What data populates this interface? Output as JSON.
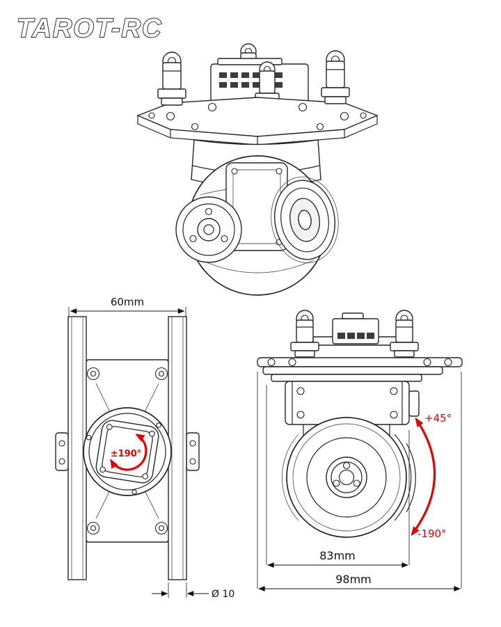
{
  "logo": {
    "text": "TAROT-RC"
  },
  "colors": {
    "accent_red": "#e60000",
    "line": "#242424",
    "background": "#ffffff"
  },
  "annotations": {
    "pan_range": "±190°",
    "tilt_up": "+45°",
    "tilt_down": "-190°"
  },
  "dimensions": {
    "rail_spacing": "60mm",
    "tube_diameter": "Ø 10",
    "inner_width": "83mm",
    "overall_width": "98mm"
  }
}
